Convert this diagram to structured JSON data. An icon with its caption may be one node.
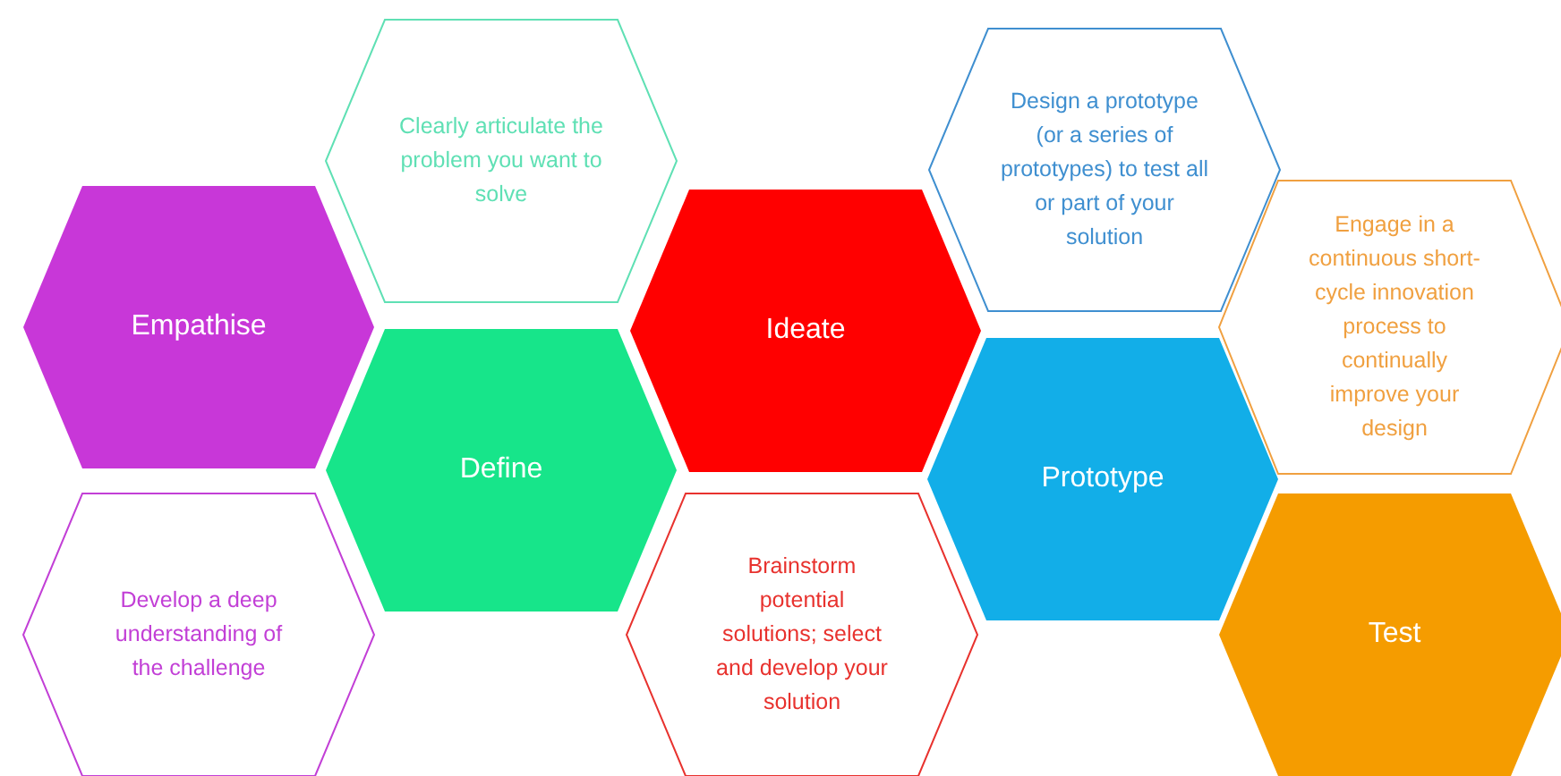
{
  "diagram": {
    "nodes": [
      {
        "text": [
          "Empathise"
        ]
      },
      {
        "text": [
          "Develop a deep understanding of the challenge"
        ]
      },
      {
        "text": [
          "Clearly articulate the problem you want to solve"
        ]
      },
      {
        "text": [
          "Define"
        ]
      },
      {
        "text": [
          "Ideate"
        ]
      },
      {
        "text": [
          "Brainstorm potential solutions; select and develop your solution"
        ]
      },
      {
        "text": [
          "Design a prototype (or a series of prototypes) to test all or part of your solution"
        ]
      },
      {
        "text": [
          "Prototype"
        ]
      },
      {
        "text": [
          "Engage in a continuous short-cycle innovation process to continually improve your design"
        ]
      },
      {
        "text": [
          "Test"
        ]
      }
    ],
    "edges": []
  }
}
